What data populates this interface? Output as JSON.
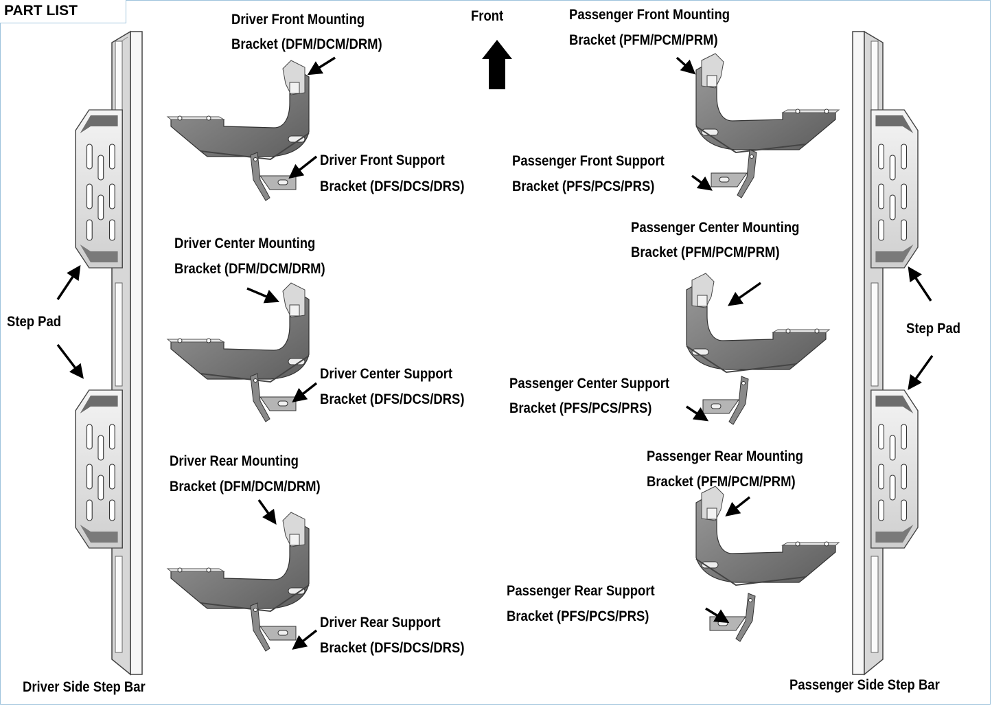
{
  "title": "PART LIST",
  "front_label": "Front",
  "labels": {
    "dfm": [
      "Driver Front Mounting",
      "Bracket (DFM/DCM/DRM)"
    ],
    "dfs": [
      "Driver Front Support",
      "Bracket (DFS/DCS/DRS)"
    ],
    "dcm": [
      "Driver Center Mounting",
      "Bracket (DFM/DCM/DRM)"
    ],
    "dcs": [
      "Driver Center Support",
      "Bracket  (DFS/DCS/DRS)"
    ],
    "drm": [
      "Driver Rear Mounting",
      "Bracket (DFM/DCM/DRM)"
    ],
    "drs": [
      "Driver Rear Support",
      "Bracket (DFS/DCS/DRS)"
    ],
    "pfm": [
      "Passenger Front Mounting",
      "Bracket (PFM/PCM/PRM)"
    ],
    "pfs": [
      "Passenger Front Support",
      "Bracket (PFS/PCS/PRS)"
    ],
    "pcm": [
      "Passenger Center Mounting",
      "Bracket (PFM/PCM/PRM)"
    ],
    "pcs": [
      "Passenger Center Support",
      "Bracket (PFS/PCS/PRS)"
    ],
    "prm": [
      "Passenger Rear Mounting",
      "Bracket (PFM/PCM/PRM)"
    ],
    "prs": [
      "Passenger Rear Support",
      "Bracket (PFS/PCS/PRS)"
    ]
  },
  "step_pad_left": "Step Pad",
  "step_pad_right": "Step Pad",
  "driver_bar": "Driver Side Step Bar",
  "passenger_bar": "Passenger Side Step Bar"
}
